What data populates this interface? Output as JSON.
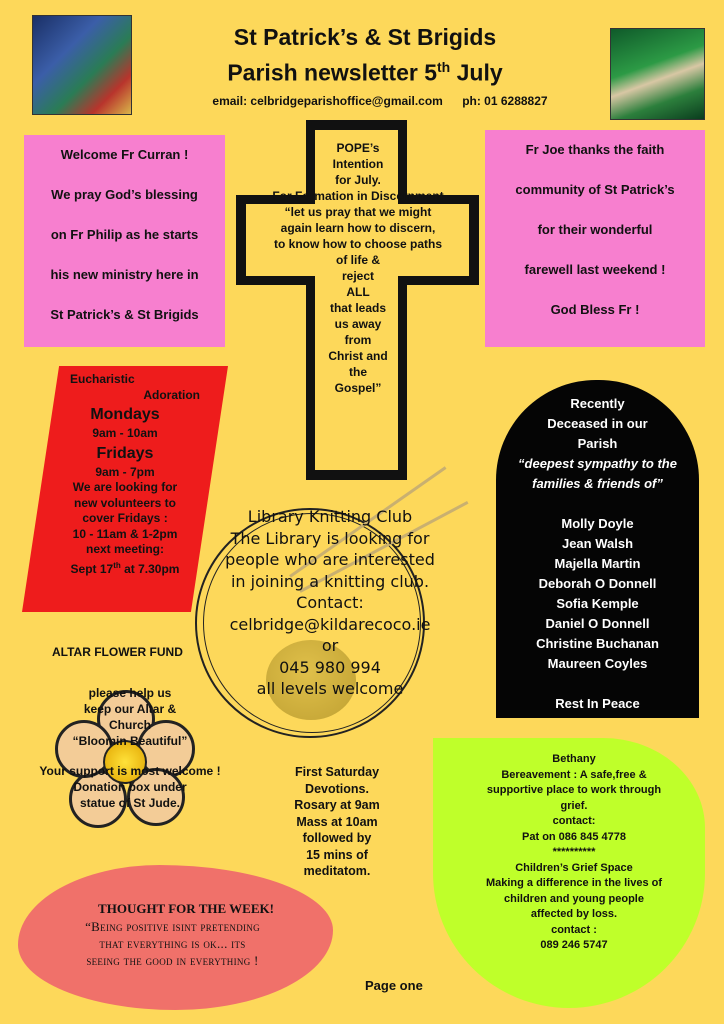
{
  "header": {
    "title_line1": "St Patrick’s & St Brigids",
    "title_line2_pre": "Parish newsletter 5",
    "title_line2_sup": "th",
    "title_line2_post": " July",
    "email": "email: celbridgeparishoffice@gmail.com",
    "phone": "ph: 01 6288827"
  },
  "welcome": [
    "Welcome Fr Curran !",
    "We pray God’s blessing",
    "on Fr Philip as he starts",
    "his new ministry here in",
    "St Patrick’s & St Brigids"
  ],
  "thanks": [
    "Fr Joe thanks the faith",
    "community of St Patrick’s",
    "for their wonderful",
    "farewell last weekend !",
    "God Bless Fr !"
  ],
  "pope": {
    "lines": [
      "POPE’s",
      "Intention",
      "for July.",
      "For Formation in Discernment",
      "“let us pray that we might",
      "again learn how to discern,",
      "to know how to choose paths",
      "of life &",
      "reject",
      "ALL",
      "that leads",
      "us away",
      "from",
      "Christ and",
      "the",
      "Gospel”"
    ]
  },
  "adoration": {
    "line1": "Eucharistic",
    "line2": "Adoration",
    "day1": "Mondays",
    "time1": "9am - 10am",
    "day2": "Fridays",
    "time2": "9am -  7pm",
    "vol1": "We are looking for",
    "vol2": "new volunteers to",
    "vol3": "cover Fridays :",
    "vol4": "10 - 11am & 1-2pm",
    "meet1": "next meeting:",
    "meet2_pre": "Sept 17",
    "meet2_sup": "th",
    "meet2_post": " at 7.30pm"
  },
  "deceased": {
    "heading1": "Recently",
    "heading2": "Deceased in our",
    "heading3": "Parish",
    "sympathy1": "“deepest sympathy to the",
    "sympathy2": "families & friends of”",
    "names": [
      "Molly Doyle",
      "Jean Walsh",
      "Majella Martin",
      "Deborah O Donnell",
      "Sofia Kemple",
      "Daniel O Donnell",
      "Christine Buchanan",
      "Maureen Coyles"
    ],
    "closing": "Rest In Peace"
  },
  "knitting": {
    "lines": [
      "Library Knitting Club",
      "The Library is looking for",
      "people who are interested",
      "in joining a knitting club.",
      "Contact:",
      "celbridge@kildarecoco.ie",
      "or",
      "045 980 994",
      "all levels welcome"
    ]
  },
  "flower": {
    "title": "ALTAR  FLOWER  FUND",
    "lines": [
      "please help us",
      "keep our Altar &",
      "Church",
      "“Bloomin Beautiful”"
    ],
    "support": [
      "Your support is most welcome !",
      "Donation box under",
      "statue of St Jude."
    ]
  },
  "saturday": {
    "lines": [
      "First Saturday",
      "Devotions.",
      "Rosary at 9am",
      "Mass at 10am",
      "followed by",
      "15 mins of",
      "meditatom."
    ]
  },
  "bethany": {
    "lines": [
      "Bethany",
      "Bereavement :  A safe,free &",
      "supportive place to work through",
      "grief.",
      "contact:",
      "Pat on 086 845 4778",
      "**********",
      "Children’s Grief Space",
      "Making a difference in the lives of",
      "children and young people",
      "affected by loss.",
      "contact :",
      "089 246 5747"
    ]
  },
  "thought": {
    "title": "THOUGHT FOR THE WEEK!",
    "quote": [
      "“Being positive isint pretending",
      "that everything is ok... its",
      "seeing the good in everything !"
    ]
  },
  "footer": {
    "page": "Page one"
  },
  "colors": {
    "background": "#fdd85a",
    "pink": "#f77fcf",
    "red": "#ee1c1c",
    "green": "#bfff2a",
    "coral": "#f0716a",
    "black": "#050505"
  }
}
